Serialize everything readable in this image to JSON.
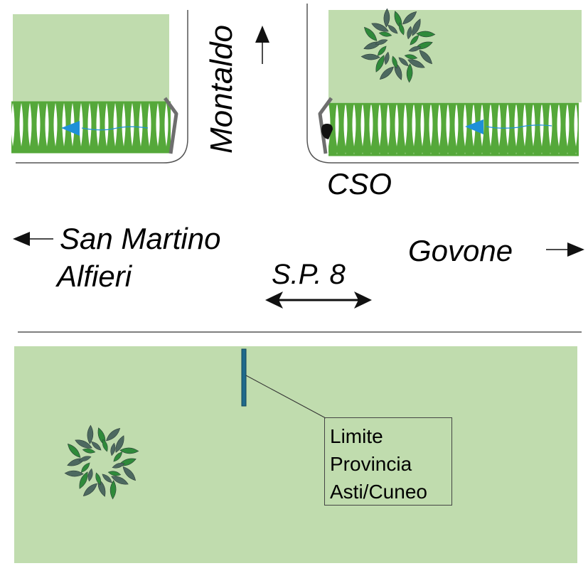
{
  "labels": {
    "north_road": "Montaldo",
    "site": "CSO",
    "west_line1": "San Martino",
    "west_line2": "Alfieri",
    "east": "Govone",
    "road": "S.P. 8"
  },
  "boundary_box": {
    "line1": "Limite",
    "line2": "Provincia",
    "line3": "Asti/Cuneo"
  },
  "colors": {
    "field": "#c0dcae",
    "hedge": "#55a83a",
    "tree_dark": "#4d6960",
    "tree_green": "#2f8a3a",
    "flow_arrow": "#1e90d8",
    "barrier": "#6e6e6e",
    "boundary_marker": "#1f6a8c"
  }
}
